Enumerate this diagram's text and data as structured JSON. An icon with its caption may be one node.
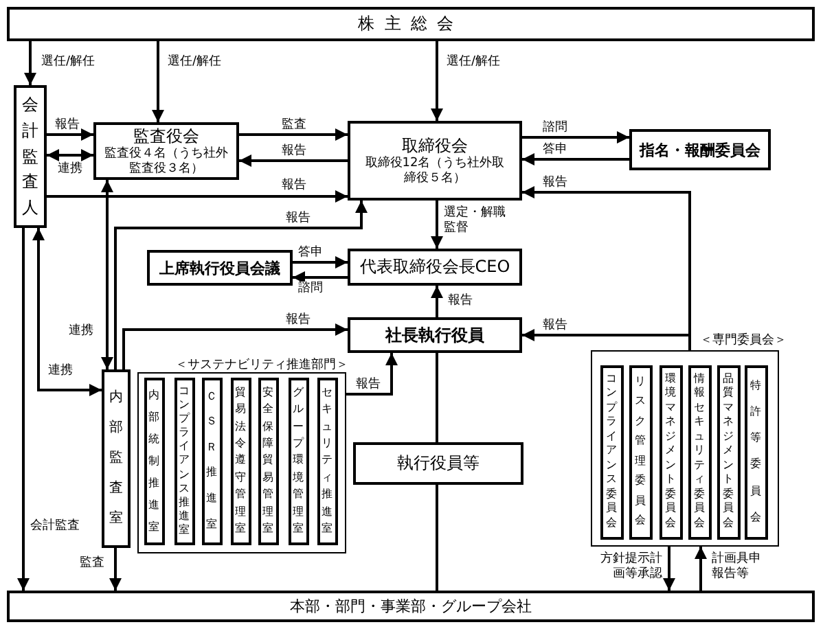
{
  "diagram": {
    "nodes": [
      {
        "text": [
          "株主総会"
        ]
      },
      {
        "text": [
          "会計監査人"
        ]
      },
      {
        "text": [
          "監査役会",
          "監査役４名（うち社外監査役３名）"
        ]
      },
      {
        "text": [
          "取締役会",
          "取締役12名（うち社外取締役５名）"
        ]
      },
      {
        "text": [
          "指名・報酬委員会"
        ]
      },
      {
        "text": [
          "上席執行役員会議"
        ]
      },
      {
        "text": [
          "代表取締役会長CEO"
        ]
      },
      {
        "text": [
          "社長執行役員"
        ]
      },
      {
        "text": [
          "内部監査室"
        ]
      },
      {
        "text": [
          "＜サステナビリティ推進部門＞"
        ]
      },
      {
        "text": [
          "内部統制推進室"
        ],
        "in": 9
      },
      {
        "text": [
          "コンプライアンス推進室"
        ],
        "in": 9
      },
      {
        "text": [
          "ＣＳＲ推進室"
        ],
        "in": 9
      },
      {
        "text": [
          "貿易法令遵守管理室"
        ],
        "in": 9
      },
      {
        "text": [
          "安全保障貿易管理室"
        ],
        "in": 9
      },
      {
        "text": [
          "グループ環境管理室"
        ],
        "in": 9
      },
      {
        "text": [
          "セキュリティ推進室"
        ],
        "in": 9
      },
      {
        "text": [
          "執行役員等"
        ]
      },
      {
        "text": [
          "＜専門委員会＞"
        ]
      },
      {
        "text": [
          "コンプライアンス委員会"
        ],
        "in": 18
      },
      {
        "text": [
          "リスク管理委員会"
        ],
        "in": 18
      },
      {
        "text": [
          "環境マネジメント委員会"
        ],
        "in": 18
      },
      {
        "text": [
          "情報セキュリティ委員会"
        ],
        "in": 18
      },
      {
        "text": [
          "品質マネジメント委員会"
        ],
        "in": 18
      },
      {
        "text": [
          "特許等委員会"
        ],
        "in": 18
      },
      {
        "text": [
          "本部・部門・事業部・グループ会社"
        ]
      }
    ],
    "edges": [
      {
        "from": 0,
        "to": 1,
        "arrow": "to",
        "label": "選任/解任"
      },
      {
        "from": 0,
        "to": 2,
        "arrow": "to",
        "label": "選任/解任"
      },
      {
        "from": 0,
        "to": 3,
        "arrow": "to",
        "label": "選任/解任"
      },
      {
        "from": 1,
        "to": 2,
        "arrow": "to",
        "label": "報告"
      },
      {
        "from": 1,
        "to": 2,
        "arrow": "both",
        "label": "連携"
      },
      {
        "from": 2,
        "to": 3,
        "arrow": "to",
        "label": "監査"
      },
      {
        "from": 3,
        "to": 2,
        "arrow": "to",
        "label": "報告"
      },
      {
        "from": 1,
        "to": 3,
        "arrow": "to",
        "label": "報告"
      },
      {
        "from": 3,
        "to": 4,
        "arrow": "to",
        "label": "諮問"
      },
      {
        "from": 4,
        "to": 3,
        "arrow": "to",
        "label": "答申"
      },
      {
        "from": 18,
        "to": 3,
        "arrow": "to",
        "label": "報告"
      },
      {
        "from": 3,
        "to": 6,
        "arrow": "to",
        "label": "選定・解職監督"
      },
      {
        "from": 5,
        "to": 6,
        "arrow": "to",
        "label": "答申"
      },
      {
        "from": 6,
        "to": 5,
        "arrow": "to",
        "label": "諮問"
      },
      {
        "from": 7,
        "to": 6,
        "arrow": "to",
        "label": "報告"
      },
      {
        "from": 18,
        "to": 7,
        "arrow": "to",
        "label": "報告"
      },
      {
        "from": 2,
        "to": 8,
        "arrow": "both",
        "label": "連携"
      },
      {
        "from": 1,
        "to": 8,
        "arrow": "both",
        "label": "連携"
      },
      {
        "from": 8,
        "to": 3,
        "arrow": "to",
        "label": "報告"
      },
      {
        "from": 8,
        "to": 7,
        "arrow": "to",
        "label": "報告"
      },
      {
        "from": 1,
        "to": 25,
        "arrow": "to",
        "label": "会計監査"
      },
      {
        "from": 8,
        "to": 25,
        "arrow": "to",
        "label": "監査"
      },
      {
        "from": 9,
        "to": 7,
        "arrow": "to",
        "label": "報告"
      },
      {
        "from": 7,
        "to": 17,
        "arrow": "none"
      },
      {
        "from": 17,
        "to": 25,
        "arrow": "none"
      },
      {
        "from": 18,
        "to": 25,
        "arrow": "to",
        "label": "方針提示計画等承認"
      },
      {
        "from": 25,
        "to": 18,
        "arrow": "to",
        "label": "計画具申報告等"
      }
    ]
  }
}
